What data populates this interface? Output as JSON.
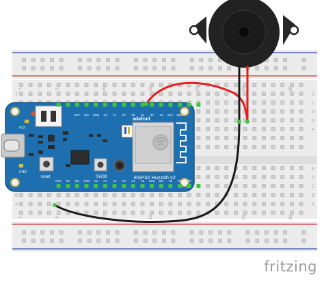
{
  "board": {
    "top_header_labels": [
      "BAT",
      "EN",
      "USB",
      "13",
      "12",
      "27",
      "33",
      "15",
      "32",
      "14",
      "SCL",
      "SDA"
    ],
    "bottom_header_labels": [
      "RST",
      "3V",
      "NC",
      "GND",
      "A0",
      "A1",
      "A2",
      "A3",
      "A4",
      "A5",
      "SCK",
      "MO",
      "MI",
      "RX",
      "TX",
      "SD"
    ],
    "brand": "adafruit",
    "module_name": "ESP32 Huzzah v2",
    "reset_label": "reset",
    "sw_label": "SW38",
    "led_label": "CHG",
    "pin_label": "#13"
  },
  "breadboard": {
    "row_letters": [
      "J",
      "I",
      "H",
      "G",
      "F",
      "E",
      "D",
      "C",
      "B",
      "A"
    ],
    "column_marks": [
      "1",
      "5",
      "10",
      "15",
      "20",
      "25",
      "30"
    ]
  },
  "colors": {
    "wire_red": "#e02020",
    "wire_black": "#1a1a1a",
    "board_blue": "#1e6fb0",
    "hole_green": "#3ec43e",
    "rail_red": "#d23030",
    "rail_blue": "#2f4aa8",
    "breadboard": "#ececec"
  },
  "watermark": "fritzing"
}
